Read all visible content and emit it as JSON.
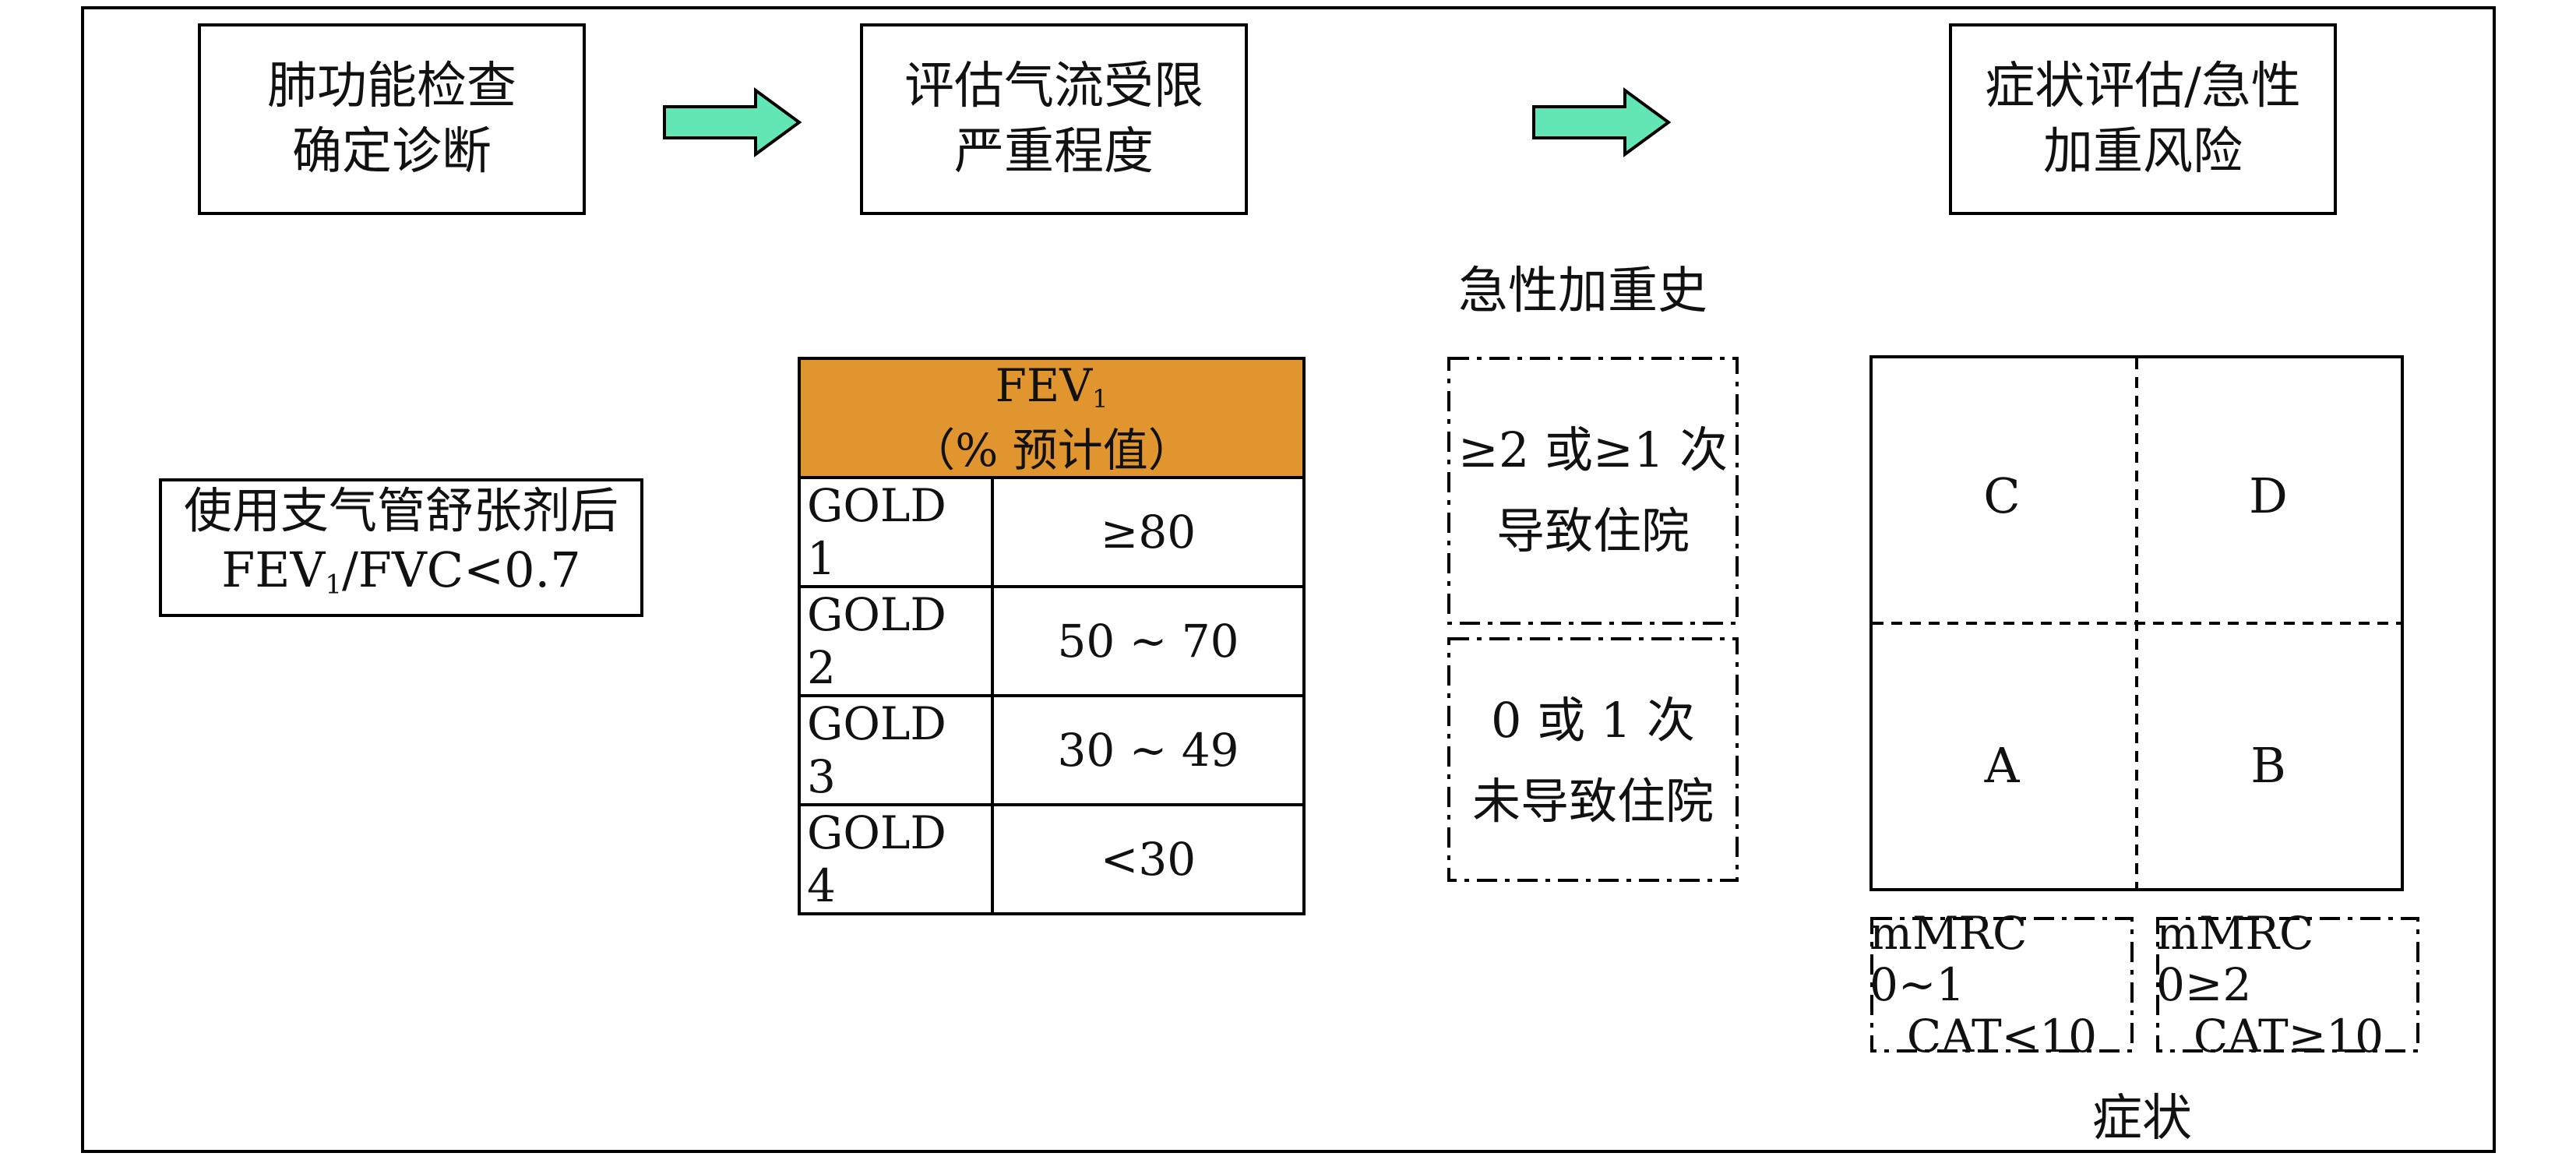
{
  "steps": {
    "step1_line1": "肺功能检查",
    "step1_line2": "确定诊断",
    "step2_line1": "评估气流受限",
    "step2_line2": "严重程度",
    "step3_line1": "症状评估/急性",
    "step3_line2": "加重风险"
  },
  "diagnosis": {
    "line1": "使用支气管舒张剂后",
    "line2_pre": "FEV",
    "line2_sub": "1",
    "line2_post": "/FVC<0.7"
  },
  "gold_table": {
    "header_main": "FEV",
    "header_sub": "1",
    "header_line2": "（% 预计值）",
    "rows": [
      {
        "label": "GOLD 1",
        "value": "≥80"
      },
      {
        "label": "GOLD 2",
        "value": "50 ~ 70"
      },
      {
        "label": "GOLD 3",
        "value": "30 ~ 49"
      },
      {
        "label": "GOLD 4",
        "value": "<30"
      }
    ]
  },
  "exacerbation": {
    "title": "急性加重史",
    "high_line1": "≥2 或≥1 次",
    "high_line2": "导致住院",
    "low_line1": "0 或 1 次",
    "low_line2": "未导致住院"
  },
  "quadrants": {
    "c": "C",
    "d": "D",
    "a": "A",
    "b": "B"
  },
  "symptoms": {
    "left_line1": "mMRC 0~1",
    "left_line2": "CAT<10",
    "right_line1": "mMRC 0≥2",
    "right_line2": "CAT≥10",
    "title": "症状"
  },
  "colors": {
    "arrow_fill": "#62e6b4",
    "table_header": "#e0952f"
  }
}
